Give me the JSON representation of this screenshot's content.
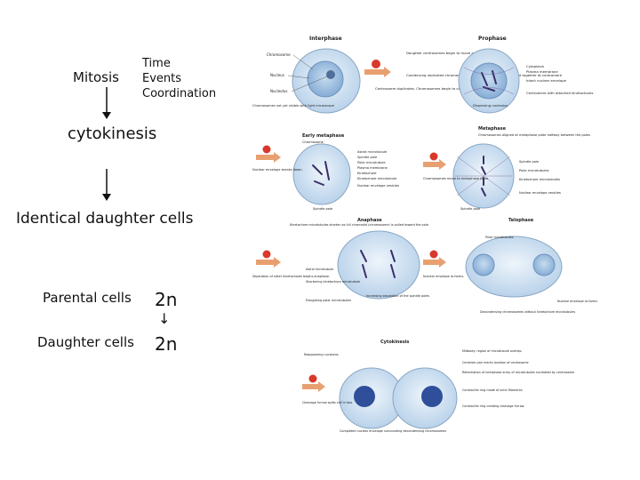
{
  "left": {
    "mitosis": "Mitosis",
    "time_events": [
      "Time",
      "Events",
      "Coordination"
    ],
    "cytokinesis": "cytokinesis",
    "identical": "Identical daughter cells",
    "parental_label": "Parental cells",
    "parental_value": "2n",
    "daughter_label": "Daughter cells",
    "daughter_value": "2n",
    "small_arrow": "↓"
  },
  "figure": {
    "stages": {
      "interphase": "Interphase",
      "prophase": "Prophase",
      "early_metaphase": "Early metaphase",
      "metaphase": "Metaphase",
      "anaphase": "Anaphase",
      "telophase": "Telophase",
      "cytokinesis": "Cytokinesis"
    },
    "labels": {
      "interphase_left": [
        "Chromosome",
        "Nucleus",
        "Nucleolus",
        "Chromosomes not yet visible with light microscope"
      ],
      "interphase_right": [
        "Daughter centrosomes begin to move apart.",
        "Condensing replicated chromosome with two sister chromatids held together at centromere",
        "Centrosome duplicates. Chromosomes begin to condense and become visible"
      ],
      "prophase_right": [
        "Cytoplasm",
        "Plasma membrane",
        "Intact nuclear envelope",
        "Centromere with attached kinetochores",
        "Dispersing nucleolus"
      ],
      "early_metaphase": [
        "Chromosome",
        "Astral microtubule",
        "Spindle pole",
        "Polar microtubule",
        "Plasma membrane",
        "Kinetochore",
        "Kinetochore microtubule",
        "Nuclear envelope vesicles",
        "Nuclear envelope breaks down.",
        "Spindle pole"
      ],
      "metaphase": [
        "Chromosomes aligned at metaphase plate halfway between the poles",
        "Spindle pole",
        "Polar microtubules",
        "Kinetochore microtubules",
        "Chromosomes move to metaphase plate.",
        "Nuclear envelope vesicles",
        "Spindle pole"
      ],
      "anaphase": [
        "Kinetochore microtubules shorten as full chromatid (chromosome) is pulled toward the pole.",
        "Astral microtubule",
        "Separation of sister kinetochores begins anaphase.",
        "Shortening kinetochore microtubule",
        "Elongating polar microtubules",
        "Increasing separation of the spindle poles"
      ],
      "telophase": [
        "Polar microtubules",
        "Nuclear envelope re-forms.",
        "Decondensing chromosomes without kinetochore microtubules",
        "Nuclear envelope re-forms"
      ],
      "cytokinesis": [
        "Reappearing nucleolus",
        "Midbody: region of microtubule overlap",
        "Centriole pair marks location of centrosome",
        "Reformation of interphase array of microtubules nucleated by centrosome",
        "Contractile ring made of actin filaments",
        "Cleavage furrow splits cell in two.",
        "Completed nuclear envelope surrounding decondensing chromosomes",
        "Contractile ring creating cleavage furrow"
      ]
    },
    "colors": {
      "cell_fill": "#cfe0f0",
      "nucleus_fill": "#9dbde0",
      "chromosome": "#3a2f6a",
      "arrow_orange": "#e8a070",
      "badge_red": "#d8392b"
    }
  }
}
